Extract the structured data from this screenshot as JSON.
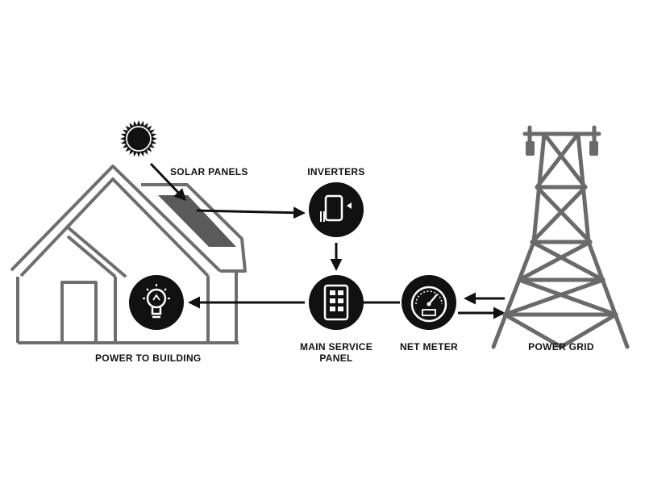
{
  "labels": {
    "solar_panels": "SOLAR PANELS",
    "inverters": "INVERTERS",
    "power_to_building": "POWER TO BUILDING",
    "main_service_panel_line1": "MAIN SERVICE",
    "main_service_panel_line2": "PANEL",
    "net_meter": "NET METER",
    "power_grid": "POWER GRID"
  },
  "icons": {
    "sun": "sun-icon",
    "house": "house-icon",
    "solar_panel": "solar-panel-icon",
    "inverter": "inverter-icon",
    "light_bulb": "light-bulb-icon",
    "service_panel": "service-panel-icon",
    "meter": "meter-gauge-icon",
    "tower": "transmission-tower-icon"
  },
  "colors": {
    "ink": "#111111",
    "house_stroke": "#6e6e6e",
    "tower": "#6a6a6a",
    "panel": "#5a5a5a"
  }
}
